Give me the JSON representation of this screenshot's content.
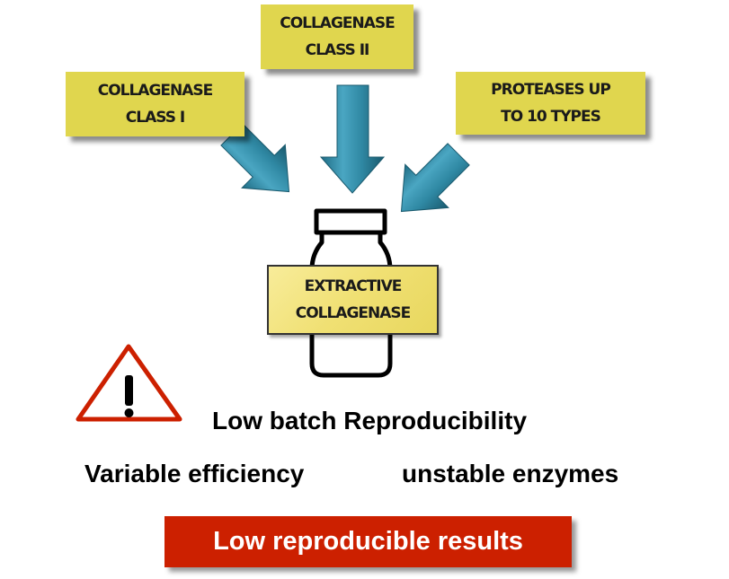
{
  "sources": [
    {
      "line1": "COLLAGENASE",
      "line2": "CLASS I"
    },
    {
      "line1": "COLLAGENASE",
      "line2": "CLASS II"
    },
    {
      "line1": "PROTEASES UP",
      "line2": "TO 10 TYPES"
    }
  ],
  "product": {
    "line1": "EXTRACTIVE",
    "line2": "COLLAGENASE"
  },
  "issues": {
    "batch": "Low batch Reproducibility",
    "efficiency": "Variable efficiency",
    "stability": "unstable enzymes"
  },
  "result": "Low reproducible results",
  "colors": {
    "source_box": "#e0d64e",
    "arrow": "#2f88a3",
    "warning": "#cc2000",
    "result_box": "#cc2000"
  }
}
